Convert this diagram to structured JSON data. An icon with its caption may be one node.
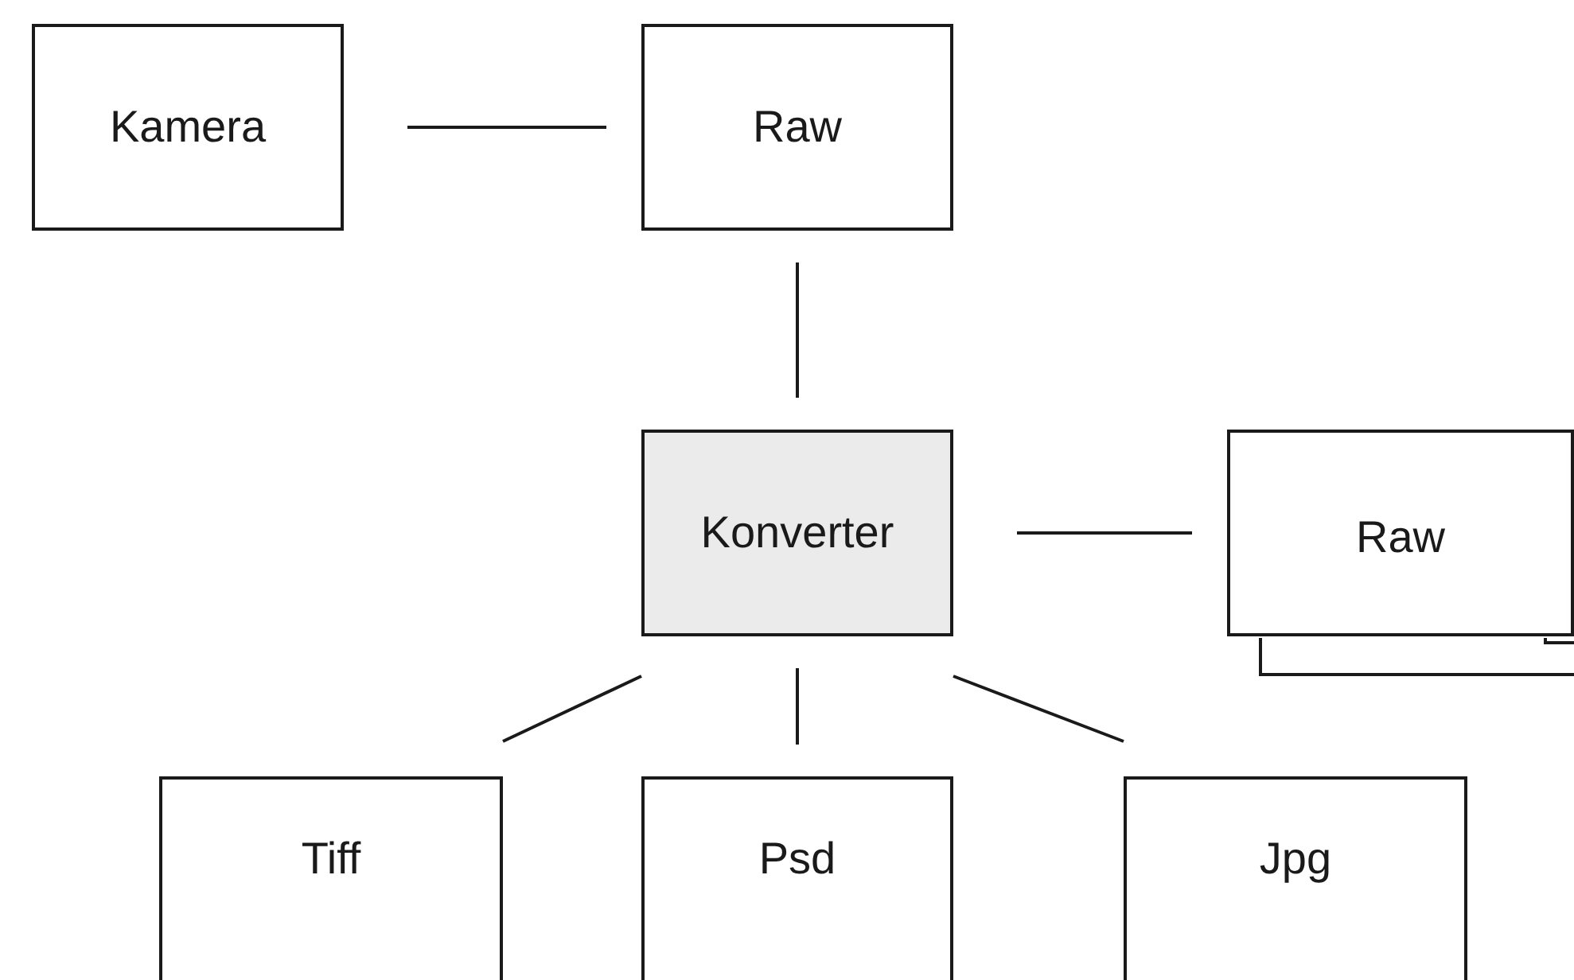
{
  "diagram": {
    "nodes": [
      {
        "text": [
          "Kamera"
        ]
      },
      {
        "text": [
          "Raw"
        ]
      },
      {
        "text": [
          "Konverter"
        ]
      },
      {
        "text": [
          "Raw"
        ]
      },
      {
        "text": [
          "Tiff"
        ]
      },
      {
        "text": [
          "Psd"
        ]
      },
      {
        "text": [
          "Jpg"
        ]
      }
    ],
    "edges": [
      {
        "from": 0,
        "to": 1,
        "arrow": "none"
      },
      {
        "from": 1,
        "to": 2,
        "arrow": "none"
      },
      {
        "from": 2,
        "to": 3,
        "arrow": "none"
      },
      {
        "from": 2,
        "to": 4,
        "arrow": "none"
      },
      {
        "from": 2,
        "to": 5,
        "arrow": "none"
      },
      {
        "from": 2,
        "to": 6,
        "arrow": "none"
      }
    ]
  }
}
